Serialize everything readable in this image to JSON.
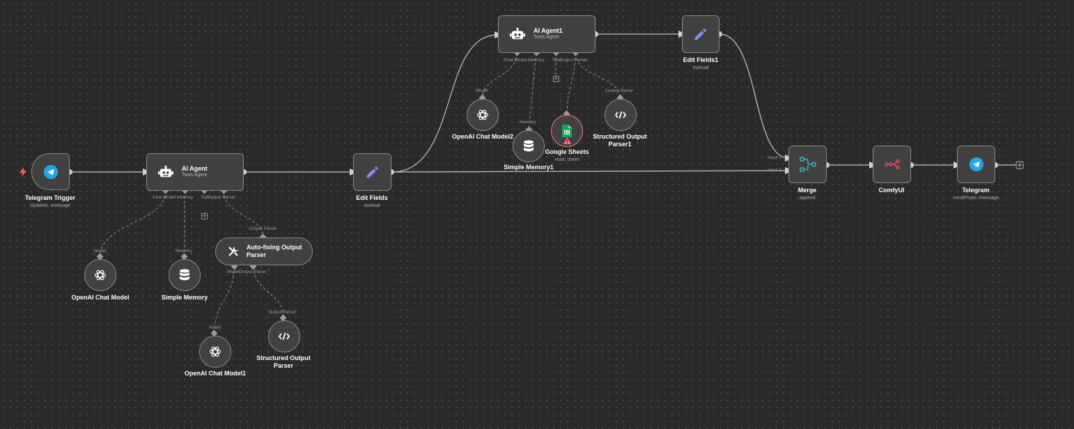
{
  "colors": {
    "canvas": "#2a2a2a",
    "node": "#414141",
    "node_border": "#8a8a8a",
    "wire": "#c4c4c4",
    "sub_wire": "#8d8d8d",
    "telegram": "#2ba3e0",
    "edit": "#8b8bf0",
    "merge": "#3ab3c6",
    "comfy": "#e8506a",
    "sheets": "#21a366",
    "error": "#ff6d7e"
  },
  "nodes": {
    "telegram_trigger": {
      "title": "Telegram Trigger",
      "subtitle": "Updates: message",
      "icon": "telegram-icon"
    },
    "ai_agent": {
      "title": "AI Agent",
      "subtitle": "Tools Agent",
      "icon": "robot-icon",
      "ports": {
        "chat_model": "Chat Model",
        "memory": "Memory",
        "tool": "Tool",
        "output_parser": "Output Parser"
      }
    },
    "openai_chat_model": {
      "title": "OpenAI Chat Model",
      "port": "Model",
      "icon": "openai-icon"
    },
    "simple_memory": {
      "title": "Simple Memory",
      "port": "Memory",
      "icon": "database-icon"
    },
    "auto_fixing_parser": {
      "title": "Auto-fixing Output Parser",
      "port": "Output Parser",
      "icon": "tools-icon",
      "ports": {
        "model": "Model",
        "output_parser": "Output Parser"
      }
    },
    "openai_chat_model1": {
      "title": "OpenAI Chat Model1",
      "port": "Model",
      "icon": "openai-icon"
    },
    "structured_output_parser": {
      "title": "Structured Output Parser",
      "port": "Output Parser",
      "icon": "code-icon"
    },
    "edit_fields": {
      "title": "Edit Fields",
      "subtitle": "manual",
      "icon": "pencil-icon"
    },
    "ai_agent1": {
      "title": "AI Agent1",
      "subtitle": "Tools Agent",
      "icon": "robot-icon",
      "ports": {
        "chat_model": "Chat Model",
        "memory": "Memory",
        "tool": "Tool",
        "output_parser": "Output Parser"
      }
    },
    "openai_chat_model2": {
      "title": "OpenAI Chat Model2",
      "port": "Model",
      "icon": "openai-icon"
    },
    "simple_memory1": {
      "title": "Simple Memory1",
      "port": "Memory",
      "icon": "database-icon"
    },
    "google_sheets": {
      "title": "Google Sheets",
      "subtitle": "read: sheet",
      "icon": "google-sheets-icon",
      "status": "warning"
    },
    "structured_output_parser1": {
      "title": "Structured Output Parser1",
      "port": "Output Parser",
      "icon": "code-icon"
    },
    "edit_fields1": {
      "title": "Edit Fields1",
      "subtitle": "manual",
      "icon": "pencil-icon"
    },
    "merge": {
      "title": "Merge",
      "subtitle": "append",
      "icon": "merge-icon",
      "ports": {
        "input1": "Input 1",
        "input2": "Input 2"
      }
    },
    "comfyui": {
      "title": "ComfyUI",
      "icon": "comfy-icon"
    },
    "telegram": {
      "title": "Telegram",
      "subtitle": "sendPhoto: message",
      "icon": "telegram-icon"
    }
  }
}
